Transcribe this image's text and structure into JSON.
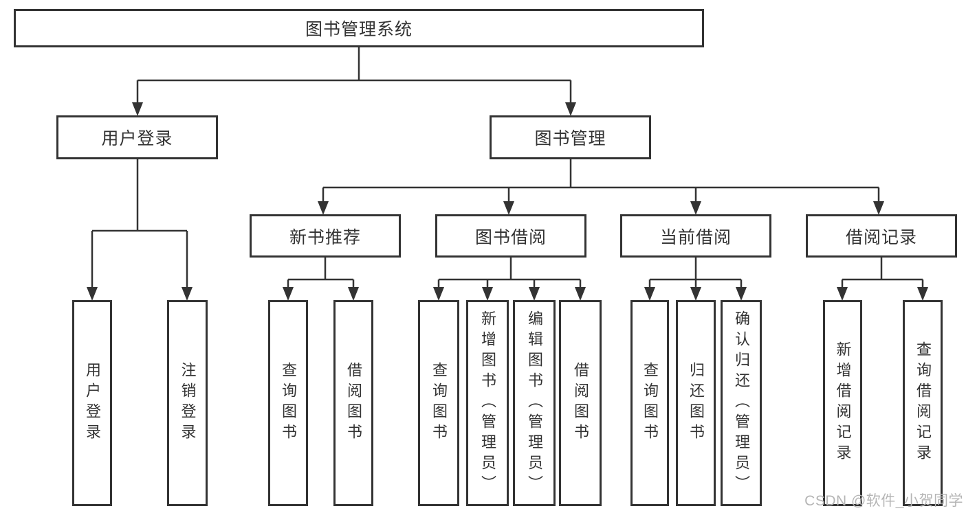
{
  "diagram_title": "图书管理系统",
  "colors": {
    "line": "#333333",
    "box_border": "#333333",
    "text": "#333333",
    "background": "#ffffff",
    "watermark": "#b5b5b5"
  },
  "tree": {
    "root": {
      "label": "图书管理系统",
      "children": [
        {
          "label": "用户登录",
          "children": [
            {
              "label": "用户登录"
            },
            {
              "label": "注销登录"
            }
          ]
        },
        {
          "label": "图书管理",
          "children": [
            {
              "label": "新书推荐",
              "children": [
                {
                  "label": "查询图书"
                },
                {
                  "label": "借阅图书"
                }
              ]
            },
            {
              "label": "图书借阅",
              "children": [
                {
                  "label": "查询图书"
                },
                {
                  "label": "新增图书（管理员）"
                },
                {
                  "label": "编辑图书（管理员）"
                },
                {
                  "label": "借阅图书"
                }
              ]
            },
            {
              "label": "当前借阅",
              "children": [
                {
                  "label": "查询图书"
                },
                {
                  "label": "归还图书"
                },
                {
                  "label": "确认归还（管理员）"
                }
              ]
            },
            {
              "label": "借阅记录",
              "children": [
                {
                  "label": "新增借阅记录"
                },
                {
                  "label": "查询借阅记录"
                }
              ]
            }
          ]
        }
      ]
    }
  },
  "watermark": "CSDN @软件_小贺同学"
}
